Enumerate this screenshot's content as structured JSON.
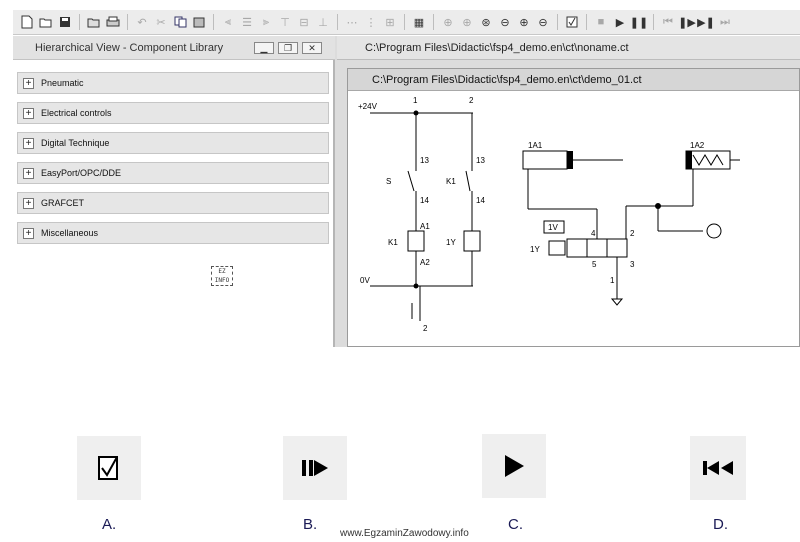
{
  "toolbar": {
    "buttons": [
      "new-icon",
      "open-icon",
      "save-icon",
      "open-folder-icon",
      "print-icon",
      "undo-icon",
      "cut-icon",
      "copy-icon",
      "paste-icon",
      "align-left-icon",
      "align-center-icon",
      "align-right-icon",
      "align-top-icon",
      "align-middle-icon",
      "align-bottom-icon",
      "distribute-h-icon",
      "distribute-v-icon",
      "group-icon",
      "grid-icon",
      "zoom-1-icon",
      "zoom-2-icon",
      "zoom-3-icon",
      "zoom-4-icon",
      "zoom-in-icon",
      "zoom-out-icon",
      "check-icon",
      "stop-icon",
      "play-icon",
      "pause-icon",
      "rewind-icon",
      "step-icon",
      "step-end-icon",
      "fast-forward-icon"
    ]
  },
  "library": {
    "title": "Hierarchical View - Component Library",
    "categories": [
      "Pneumatic",
      "Electrical controls",
      "Digital Technique",
      "EasyPort/OPC/DDE",
      "GRAFCET",
      "Miscellaneous"
    ],
    "logo_text": "EZ INFO"
  },
  "doc": {
    "outer_title": "C:\\Program Files\\Didactic\\fsp4_demo.en\\ct\\noname.ct",
    "inner_title": "C:\\Program Files\\Didactic\\fsp4_demo.en\\ct\\demo_01.ct"
  },
  "schematic": {
    "supply_plus": "+24V",
    "supply_zero": "0V",
    "col1": "1",
    "col2": "2",
    "s_label": "S",
    "k1_contact": "K1",
    "n13a": "13",
    "n14a": "14",
    "n13b": "13",
    "n14b": "14",
    "a1": "A1",
    "a2": "A2",
    "k1_coil": "K1",
    "y1_coil": "1Y",
    "bottom_num": "2",
    "cyl1": "1A1",
    "cyl2": "1A2",
    "valve": "1V",
    "valve_sol": "1Y",
    "port4": "4",
    "port2": "2",
    "port5": "5",
    "port3": "3",
    "port1": "1"
  },
  "answers": [
    {
      "letter": "A.",
      "icon": "check-icon"
    },
    {
      "letter": "B.",
      "icon": "step-icon"
    },
    {
      "letter": "C.",
      "icon": "play-icon"
    },
    {
      "letter": "D.",
      "icon": "rewind-icon"
    }
  ],
  "watermark": "www.EgzaminZawodowy.info"
}
